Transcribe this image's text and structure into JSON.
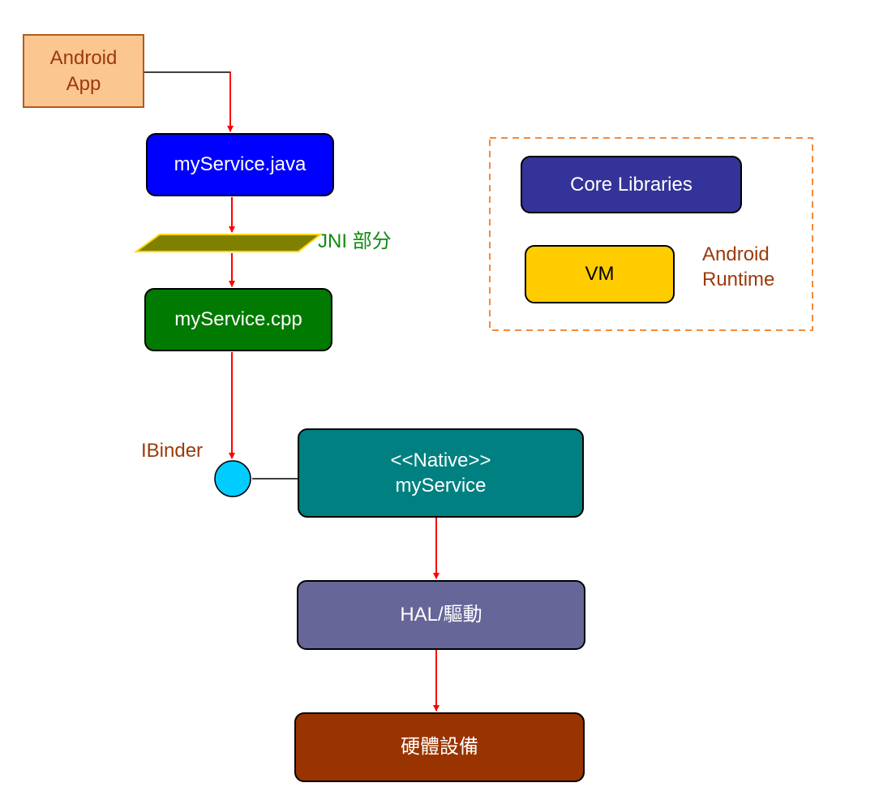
{
  "colors": {
    "arrow": "#ff0000",
    "connector": "#000000",
    "android_app_fill": "#fbc690",
    "android_app_border": "#b35a1b",
    "android_app_text": "#9b3a0a",
    "java_fill": "#0000ff",
    "jni_fill": "#808000",
    "jni_border": "#ffd700",
    "jni_text": "#118a11",
    "cpp_fill": "#007a00",
    "native_fill": "#008080",
    "hal_fill": "#666699",
    "hardware_fill": "#993300",
    "core_fill": "#333399",
    "vm_fill": "#ffcc00",
    "runtime_border": "#f48a3b",
    "runtime_text": "#9b3a0a",
    "ibinder_text": "#9b3a0a",
    "ibinder_fill": "#00ccff",
    "box_text_light": "#ffffff",
    "box_text_dark": "#000000"
  },
  "nodes": {
    "android_app": "Android\nApp",
    "java": "myService.java",
    "jni": "JNI 部分",
    "cpp": "myService.cpp",
    "ibinder": "IBinder",
    "native": "<<Native>>\nmyService",
    "hal": "HAL/驅動",
    "hardware": "硬體設備"
  },
  "runtime": {
    "core_libraries": "Core Libraries",
    "vm": "VM",
    "label": "Android\nRuntime"
  }
}
